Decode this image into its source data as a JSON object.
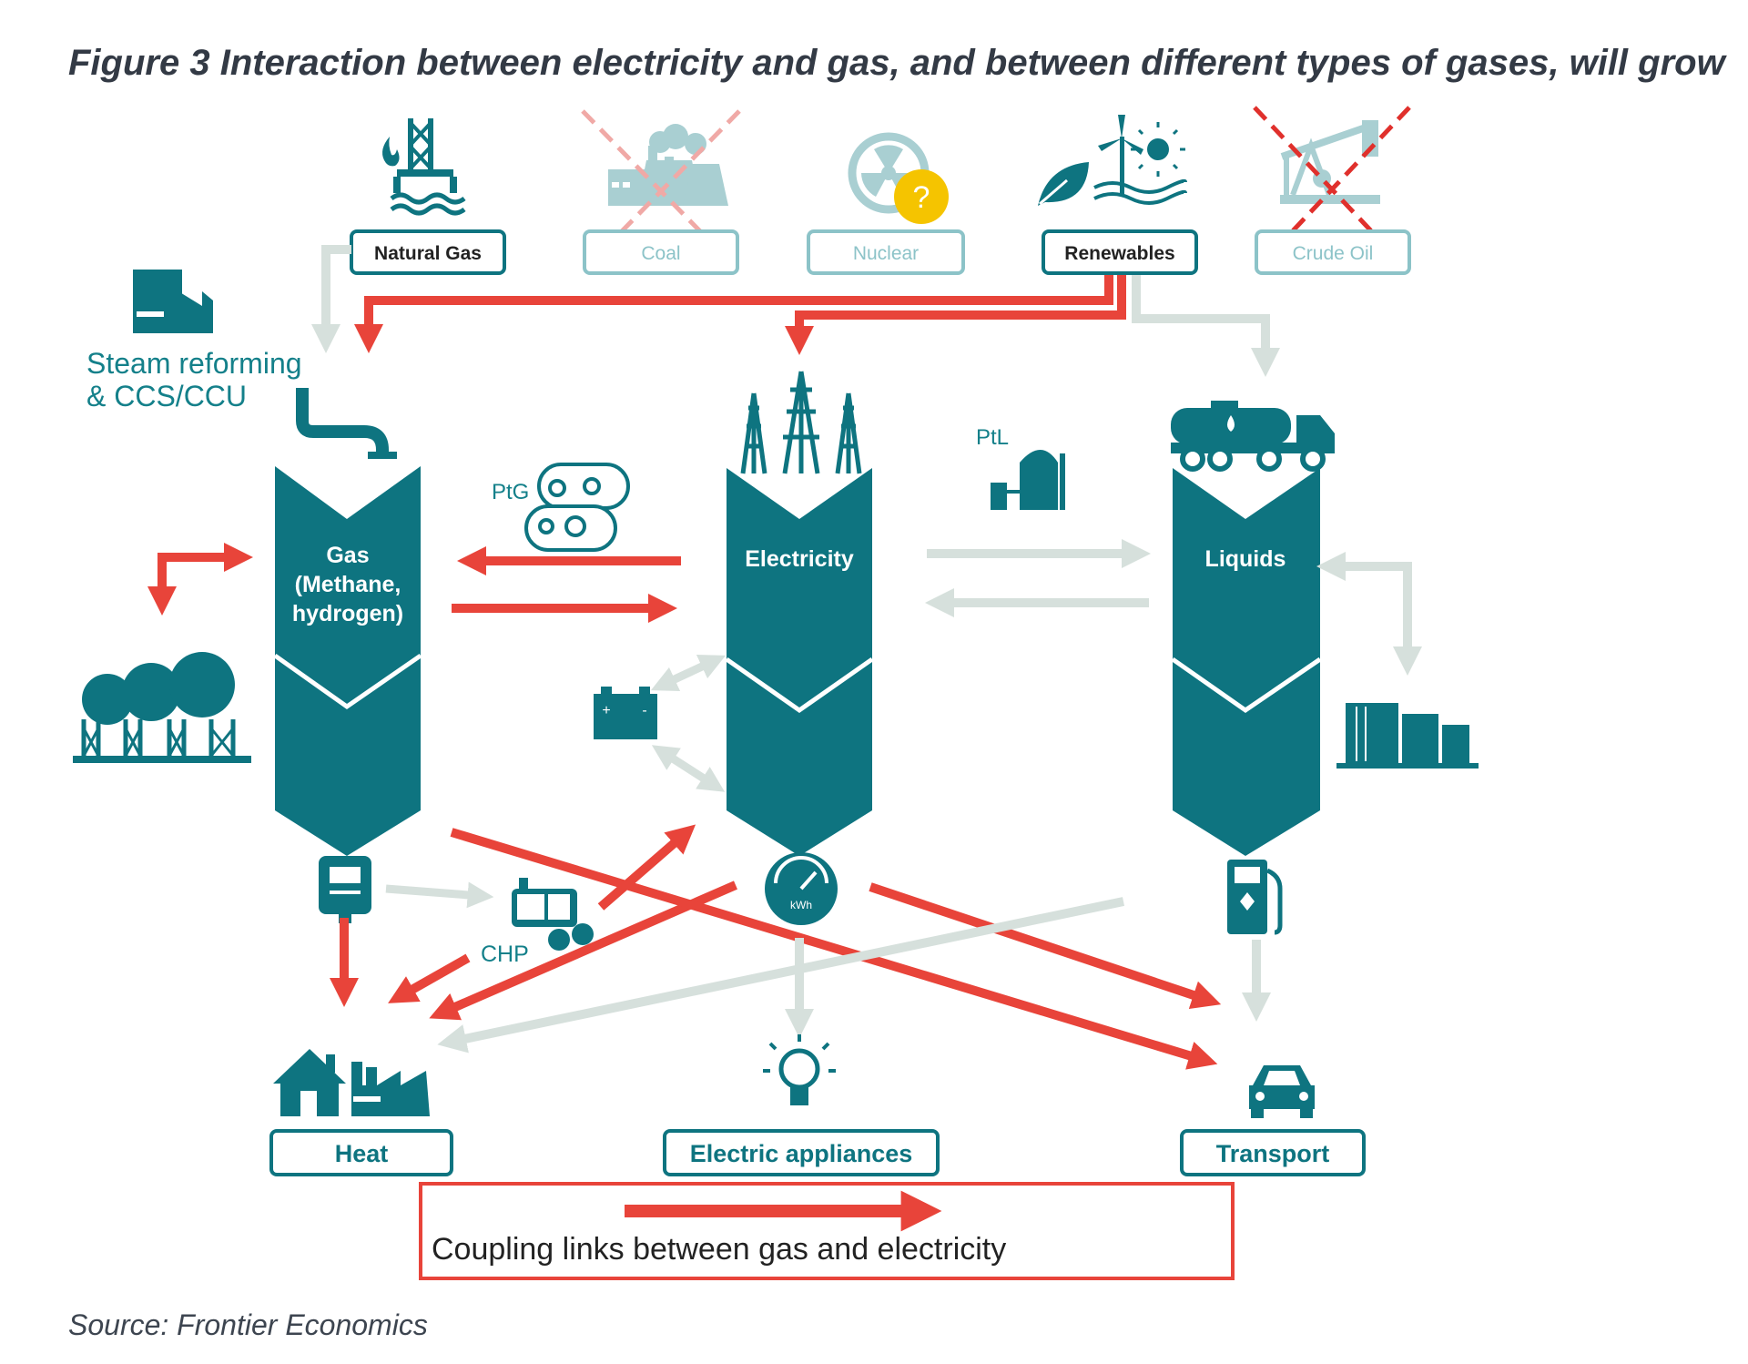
{
  "title": "Figure 3 Interaction between electricity and gas, and between different types of gases, will grow",
  "source": "Source: Frontier Economics",
  "colors": {
    "teal": "#0e7480",
    "teal_text": "#14808a",
    "faded_teal": "#8cc3c8",
    "coupling_red": "#e8443a",
    "pale_arrow": "#d6e0dc",
    "cross_red": "#e0302c"
  },
  "sources": {
    "natural_gas": {
      "label": "Natural Gas",
      "icon": "gas-rig-icon",
      "crossed": false
    },
    "coal": {
      "label": "Coal",
      "icon": "coal-plant-icon",
      "crossed": true
    },
    "nuclear": {
      "label": "Nuclear",
      "icon": "nuclear-icon",
      "badge": "?"
    },
    "renewables": {
      "label": "Renewables",
      "icon": "renewables-icon",
      "crossed": false
    },
    "crude_oil": {
      "label": "Crude Oil",
      "icon": "oil-pump-icon",
      "crossed": true
    }
  },
  "processes": {
    "steam_reforming_line1": "Steam reforming",
    "steam_reforming_line2": "& CCS/CCU",
    "ptg": "PtG",
    "ptl": "PtL",
    "chp": "CHP",
    "kwh": "kWh"
  },
  "carriers": {
    "gas_line1": "Gas",
    "gas_line2": "(Methane,",
    "gas_line3": "hydrogen)",
    "electricity": "Electricity",
    "liquids": "Liquids"
  },
  "battery_signs": {
    "plus": "+",
    "minus": "-"
  },
  "uses": {
    "heat": "Heat",
    "electric_appliances": "Electric appliances",
    "transport": "Transport"
  },
  "legend": {
    "coupling": "Coupling links between gas and electricity"
  }
}
